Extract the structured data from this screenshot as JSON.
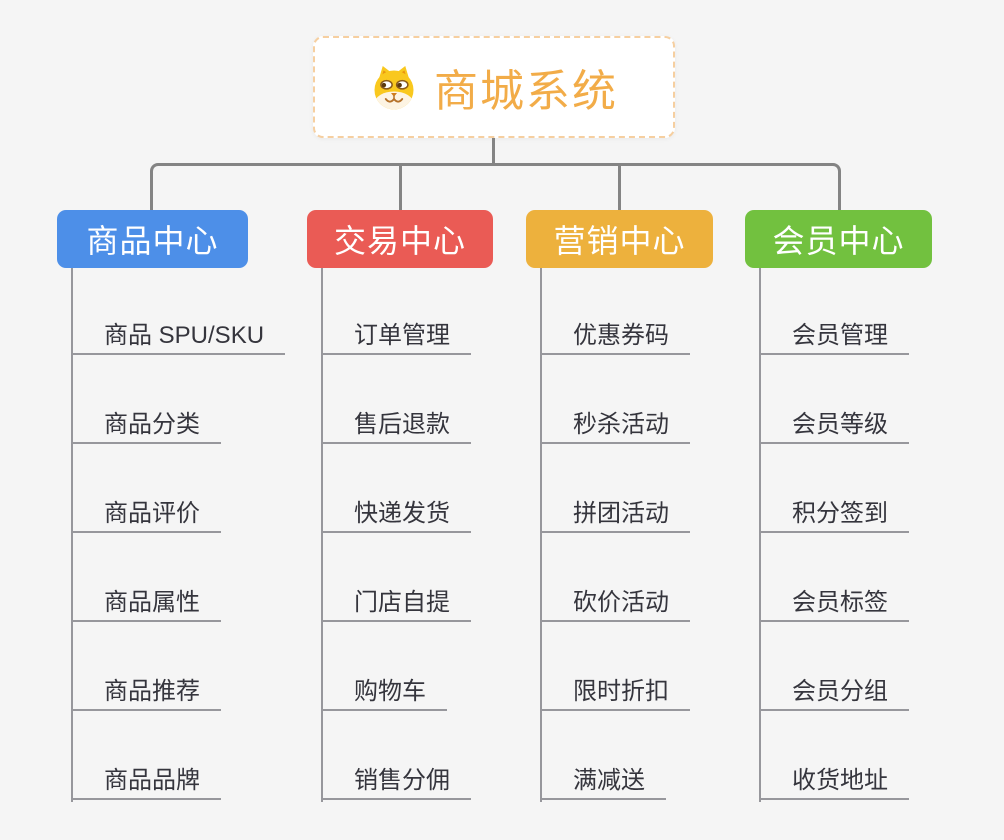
{
  "root": {
    "title": "商城系统",
    "icon": "dog-face-icon"
  },
  "branches": [
    {
      "label": "商品中心",
      "color": "#4d8fe8",
      "children": [
        "商品 SPU/SKU",
        "商品分类",
        "商品评价",
        "商品属性",
        "商品推荐",
        "商品品牌"
      ]
    },
    {
      "label": "交易中心",
      "color": "#ea5b55",
      "children": [
        "订单管理",
        "售后退款",
        "快递发货",
        "门店自提",
        "购物车",
        "销售分佣"
      ]
    },
    {
      "label": "营销中心",
      "color": "#edb13d",
      "children": [
        "优惠券码",
        "秒杀活动",
        "拼团活动",
        "砍价活动",
        "限时折扣",
        "满减送"
      ]
    },
    {
      "label": "会员中心",
      "color": "#72c13f",
      "children": [
        "会员管理",
        "会员等级",
        "积分签到",
        "会员标签",
        "会员分组",
        "收货地址"
      ]
    }
  ],
  "colors": {
    "background": "#f5f5f5",
    "root_text": "#f2ac48",
    "root_border": "#f6cfa0",
    "connector": "#848484",
    "child_line": "#97979c",
    "child_text": "#35353d"
  }
}
